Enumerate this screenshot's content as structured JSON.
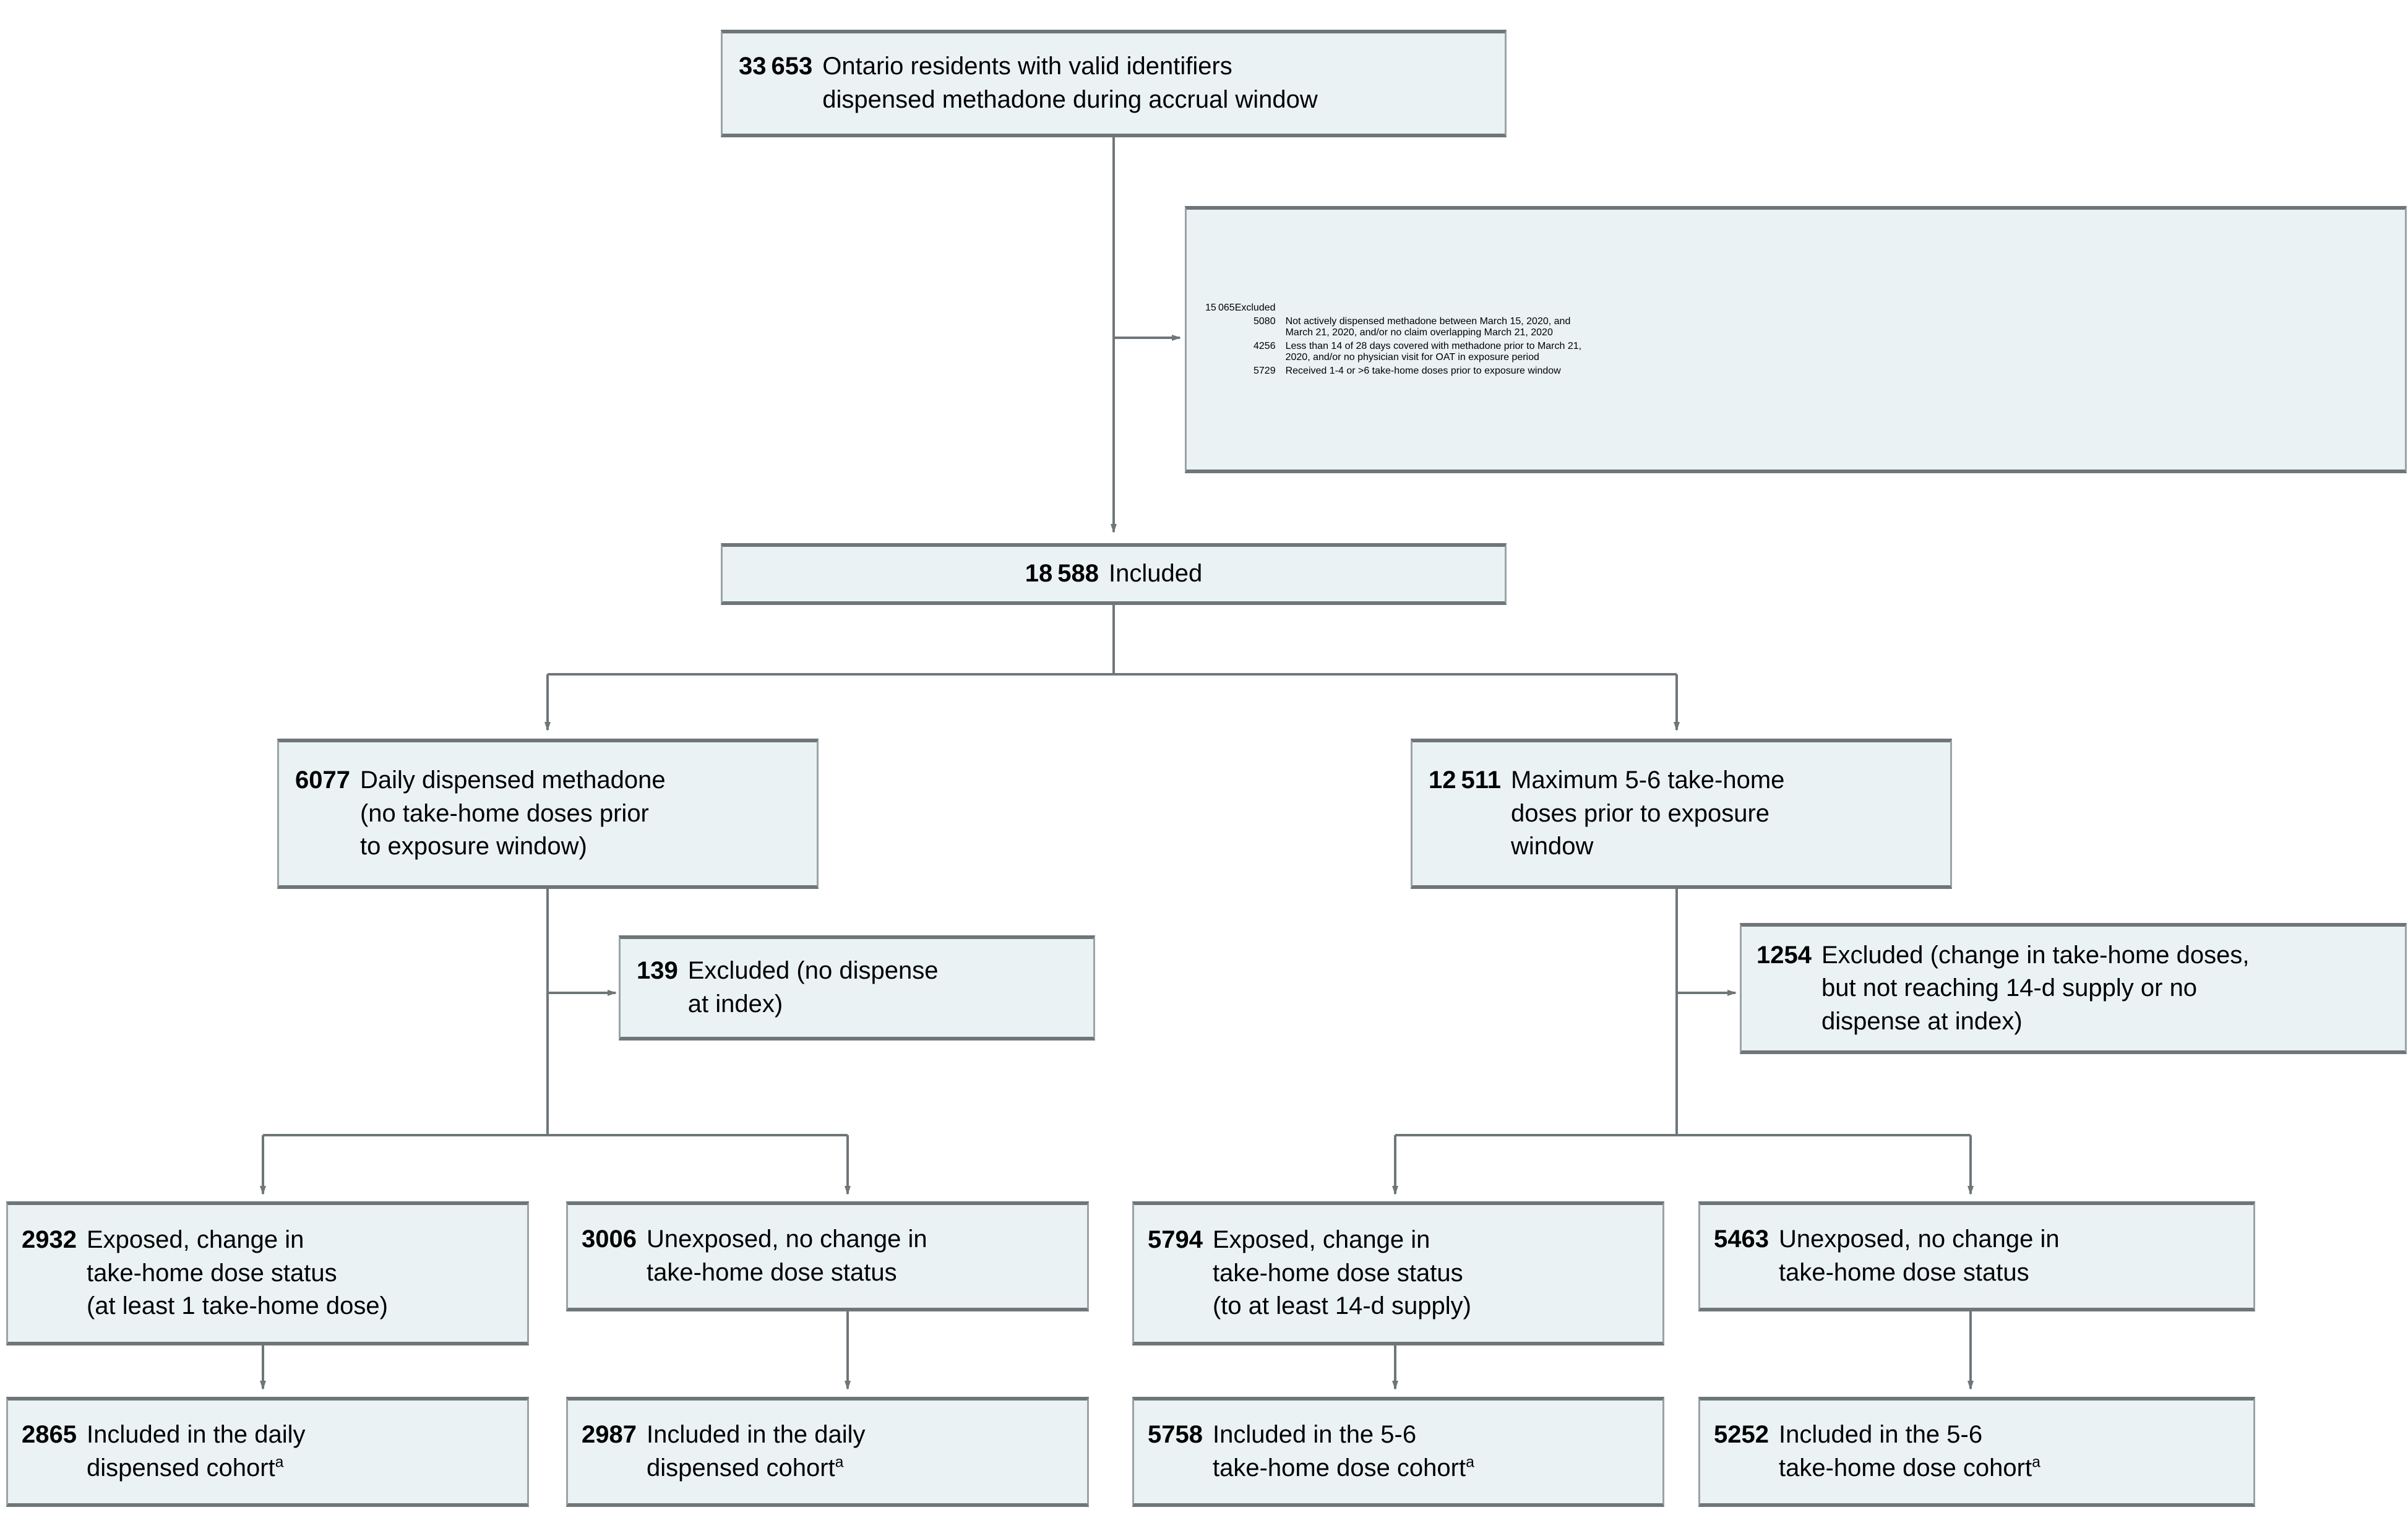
{
  "diagram": {
    "title": "Study cohort flow diagram",
    "colors": {
      "box_fill": "#eaf2f4",
      "box_border": "#9aa3a6",
      "box_edge_strong": "#6f7679",
      "connector": "#6f7679",
      "text": "#000000"
    },
    "nodes": {
      "source": {
        "count": "33 653",
        "lines": [
          "Ontario residents with valid identifiers",
          "dispensed methadone during accrual window"
        ]
      },
      "excluded_main": {
        "count": "15 065",
        "label": "Excluded",
        "reasons": [
          {
            "count": "5080",
            "lines": [
              "Not actively dispensed methadone between March 15, 2020, and",
              "March 21, 2020, and/or no claim overlapping March 21, 2020"
            ]
          },
          {
            "count": "4256",
            "lines": [
              "Less than 14 of 28 days covered with methadone prior to March 21,",
              "2020, and/or no physician visit for OAT in exposure period"
            ]
          },
          {
            "count": "5729",
            "lines": [
              "Received 1-4 or >6 take-home doses prior to exposure window"
            ]
          }
        ]
      },
      "included": {
        "count": "18 588",
        "label": "Included"
      },
      "daily_branch": {
        "count": "6077",
        "lines": [
          "Daily dispensed methadone",
          "(no take-home doses prior",
          "to exposure window)"
        ]
      },
      "takehome_branch": {
        "count": "12 511",
        "lines": [
          "Maximum 5-6 take-home",
          "doses prior to exposure",
          "window"
        ]
      },
      "daily_excluded": {
        "count": "139",
        "lines": [
          "Excluded (no dispense",
          "at index)"
        ]
      },
      "takehome_excluded": {
        "count": "1254",
        "lines": [
          "Excluded (change in take-home doses,",
          "but not reaching 14-d supply or no",
          "dispense at index)"
        ]
      },
      "daily_exposed": {
        "count": "2932",
        "lines": [
          "Exposed, change in",
          "take-home dose status",
          "(at least 1 take-home dose)"
        ]
      },
      "daily_unexposed": {
        "count": "3006",
        "lines": [
          "Unexposed, no change in",
          "take-home dose status"
        ]
      },
      "takehome_exposed": {
        "count": "5794",
        "lines": [
          "Exposed, change in",
          "take-home dose status",
          "(to at least 14-d supply)"
        ]
      },
      "takehome_unexposed": {
        "count": "5463",
        "lines": [
          "Unexposed, no change in",
          "take-home dose status"
        ]
      },
      "daily_exposed_final": {
        "count": "2865",
        "lines": [
          "Included in the daily",
          "dispensed cohort"
        ],
        "footnote": "a"
      },
      "daily_unexposed_final": {
        "count": "2987",
        "lines": [
          "Included in the daily",
          "dispensed cohort"
        ],
        "footnote": "a"
      },
      "takehome_exposed_final": {
        "count": "5758",
        "lines": [
          "Included in the 5-6",
          "take-home dose cohort"
        ],
        "footnote": "a"
      },
      "takehome_unexposed_final": {
        "count": "5252",
        "lines": [
          "Included in the 5-6",
          "take-home dose cohort"
        ],
        "footnote": "a"
      }
    }
  }
}
